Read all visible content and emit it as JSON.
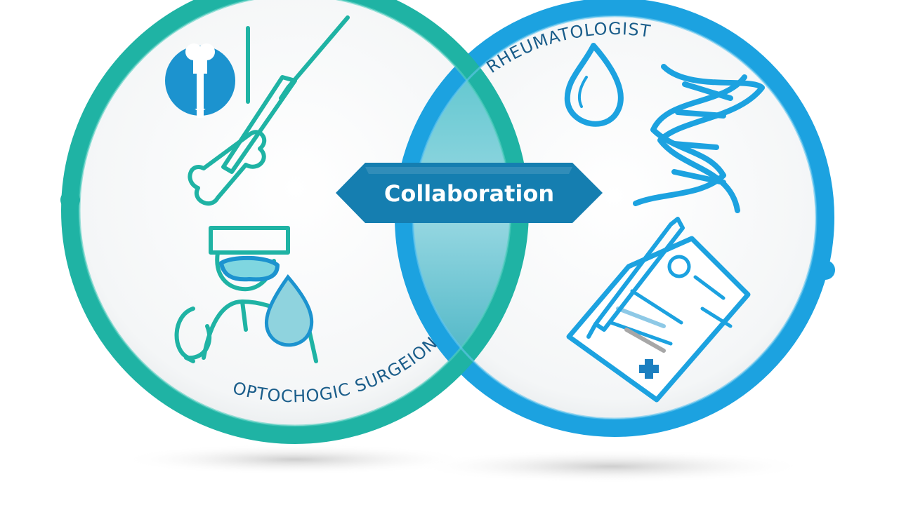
{
  "diagram": {
    "left_circle": {
      "label": "OPTOCHOGIC SURGEION",
      "color": "#1fb3a4"
    },
    "right_circle": {
      "label": "RHEUMATOLOGIST",
      "color": "#1ca2e0"
    },
    "center_banner": {
      "label": "Collaboration",
      "color": "#157eb0"
    },
    "overlap_color": "#8fd3de",
    "icons_left": [
      "bone-badge-icon",
      "scalpel-icon",
      "bone-icon",
      "surgeon-icon",
      "stethoscope-icon",
      "drop-icon"
    ],
    "icons_right": [
      "water-drop-icon",
      "dna-icon",
      "medical-report-icon",
      "pen-icon"
    ]
  }
}
